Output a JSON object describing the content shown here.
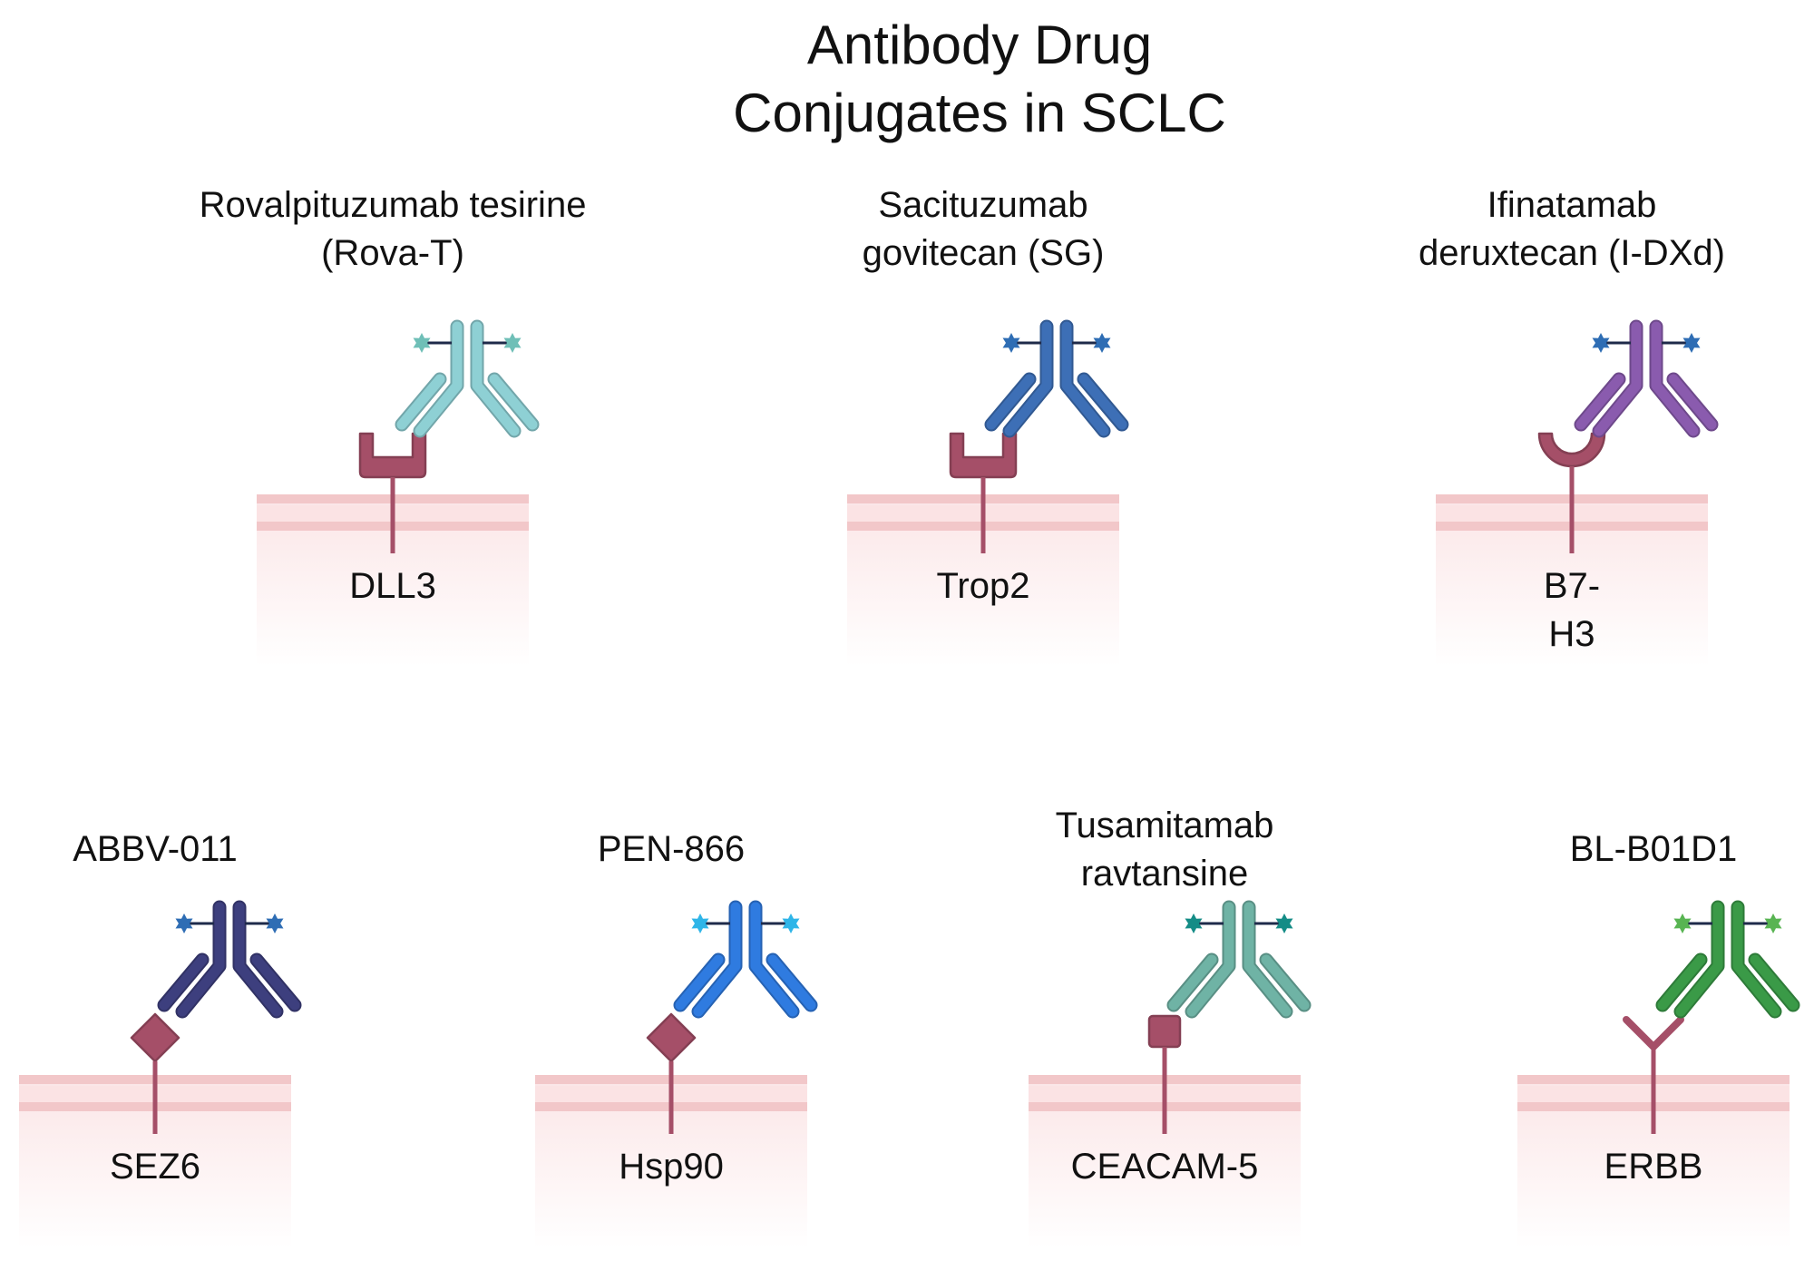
{
  "title": {
    "line1": "Antibody Drug",
    "line2": "Conjugates in SCLC"
  },
  "adcs": [
    {
      "drug_lines": [
        "Rovalpituzumab tesirine",
        "(Rova-T)"
      ],
      "target_lines": [
        "DLL3"
      ],
      "antibody_color": "#8ED0D4",
      "payload_color": "#6FBFB7",
      "receptor_shape": "cup-square",
      "receptor_color": "#A54F68"
    },
    {
      "drug_lines": [
        "Sacituzumab",
        "govitecan  (SG)"
      ],
      "target_lines": [
        "Trop2"
      ],
      "antibody_color": "#3D6FB6",
      "payload_color": "#2E6DB4",
      "receptor_shape": "cup-square",
      "receptor_color": "#A54F68"
    },
    {
      "drug_lines": [
        "Ifinatamab",
        "deruxtecan (I-DXd)"
      ],
      "target_lines": [
        "B7-",
        "H3"
      ],
      "antibody_color": "#8A5BAE",
      "payload_color": "#2E6DB4",
      "receptor_shape": "cup-round",
      "receptor_color": "#A54F68"
    },
    {
      "drug_lines": [
        "ABBV-011"
      ],
      "target_lines": [
        "SEZ6"
      ],
      "antibody_color": "#3D3F7E",
      "payload_color": "#2E6DB4",
      "receptor_shape": "diamond",
      "receptor_color": "#A54F68"
    },
    {
      "drug_lines": [
        "PEN-866"
      ],
      "target_lines": [
        "Hsp90"
      ],
      "antibody_color": "#2F7BE0",
      "payload_color": "#2FB5E8",
      "receptor_shape": "diamond",
      "receptor_color": "#A54F68"
    },
    {
      "drug_lines": [
        "Tusamitamab",
        "ravtansine"
      ],
      "target_lines": [
        "CEACAM-5"
      ],
      "antibody_color": "#6FB3A5",
      "payload_color": "#148C86",
      "receptor_shape": "square",
      "receptor_color": "#A54F68"
    },
    {
      "drug_lines": [
        "BL-B01D1"
      ],
      "target_lines": [
        "ERBB"
      ],
      "antibody_color": "#3A9A47",
      "payload_color": "#58B452",
      "receptor_shape": "y",
      "receptor_color": "#A54F68"
    }
  ],
  "membrane_color": "#F2C7C9"
}
